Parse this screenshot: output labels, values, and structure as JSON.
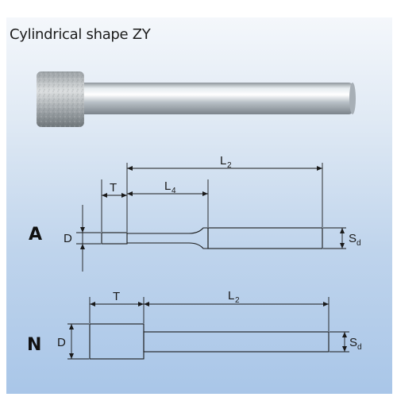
{
  "title": "Cylindrical shape ZY",
  "variant_a": {
    "label": "A",
    "dims": {
      "T": "T",
      "L4_main": "L",
      "L4_sub": "4",
      "L2_main": "L",
      "L2_sub": "2",
      "D": "D",
      "Sd_main": "S",
      "Sd_sub": "d"
    }
  },
  "variant_n": {
    "label": "N",
    "dims": {
      "T": "T",
      "L2_main": "L",
      "L2_sub": "2",
      "D": "D",
      "Sd_main": "S",
      "Sd_sub": "d"
    }
  }
}
